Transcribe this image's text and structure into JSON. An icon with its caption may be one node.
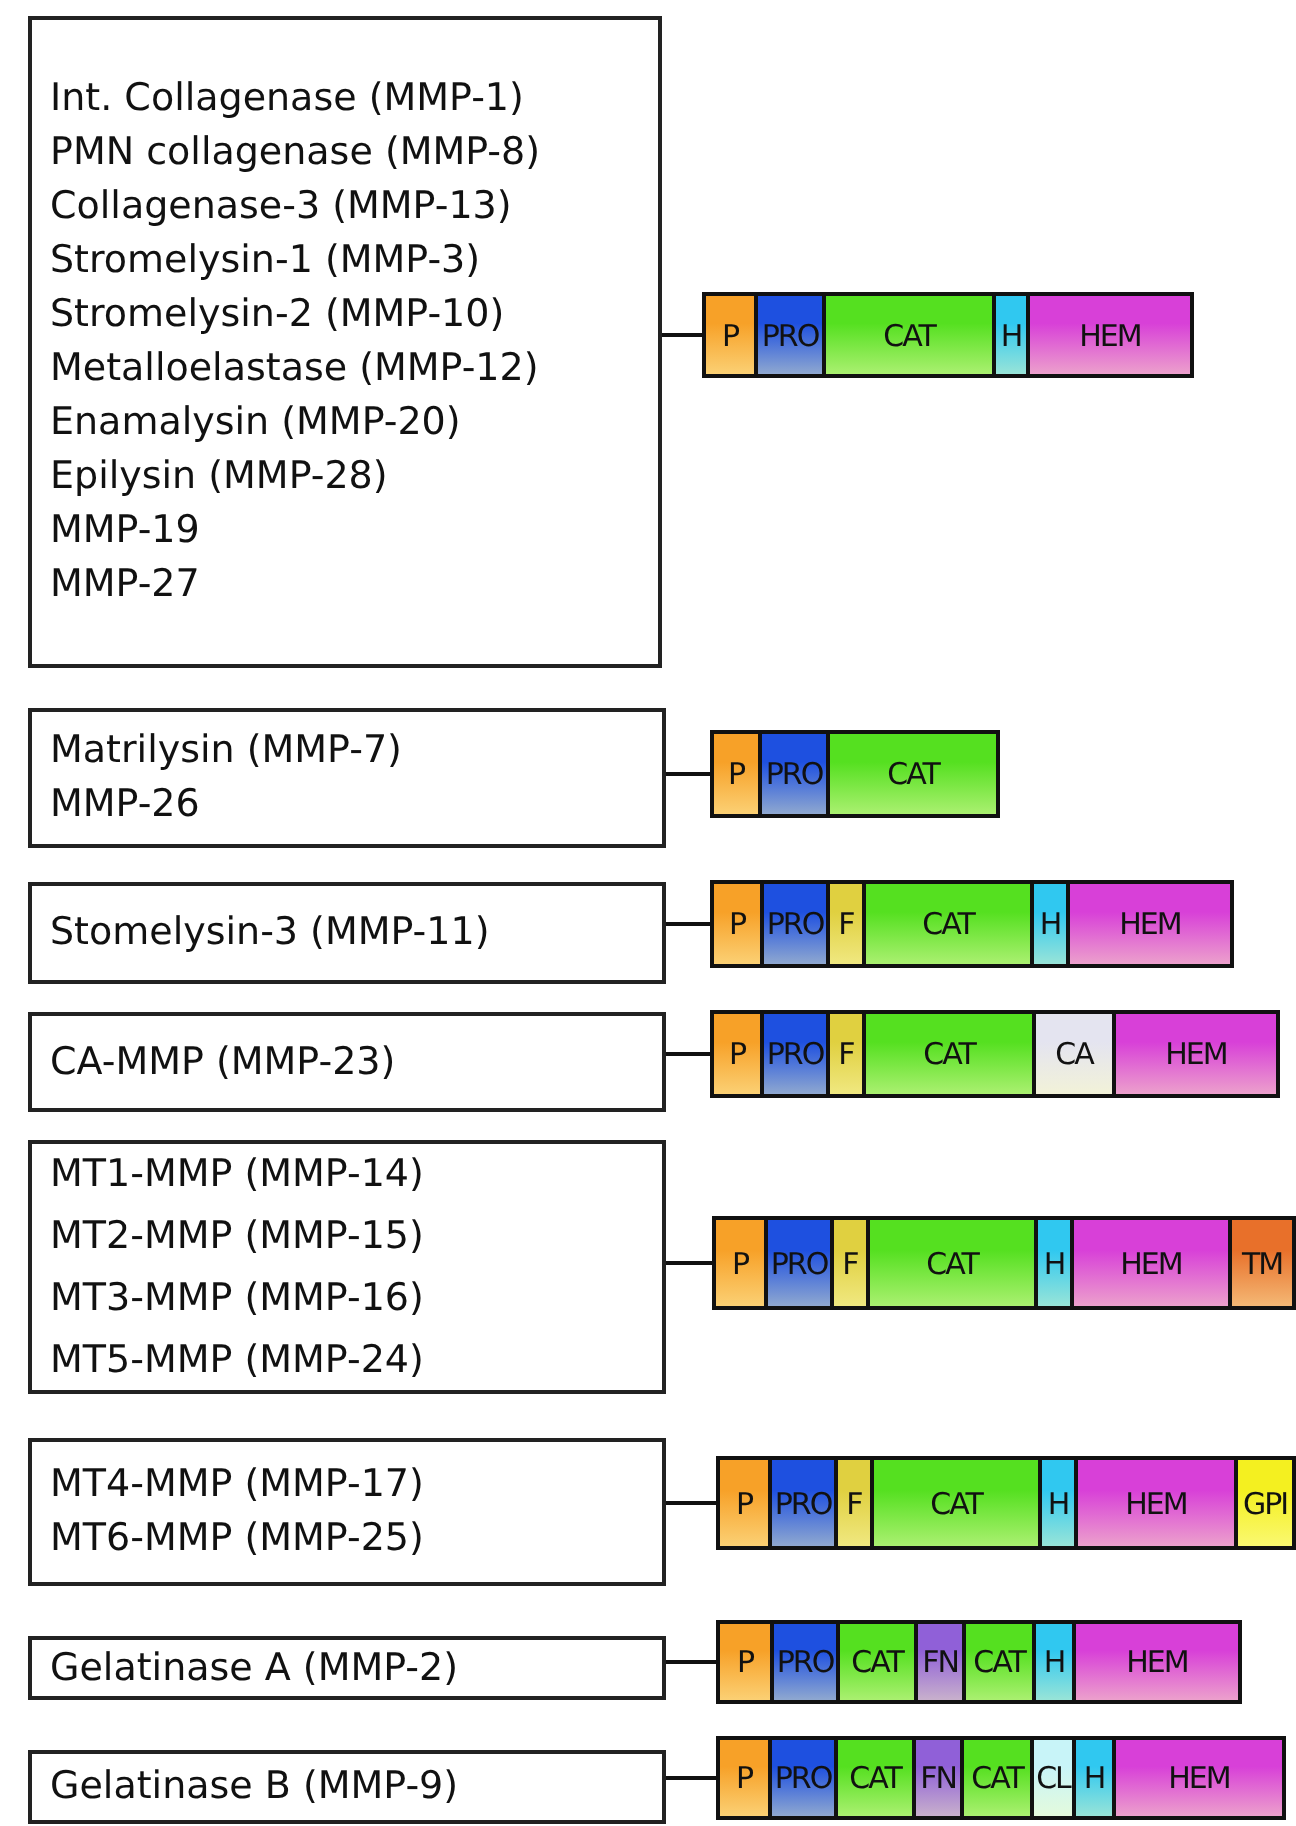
{
  "diagram": {
    "nodes": [
      {
        "text": [
          "Int. Collagenase (MMP-1)",
          "PMN collagenase (MMP-8)",
          "Collagenase-3 (MMP-13)",
          "Stromelysin-1 (MMP-3)",
          "Stromelysin-2 (MMP-10)",
          "Metalloelastase (MMP-12)",
          "Enamalysin (MMP-20)",
          "Epilysin (MMP-28)",
          "MMP-19",
          "MMP-27"
        ]
      },
      {
        "text": [],
        "shape": "bar"
      },
      {
        "text": [
          "P"
        ],
        "in": 1
      },
      {
        "text": [
          "PRO"
        ],
        "in": 1
      },
      {
        "text": [
          "CAT"
        ],
        "in": 1
      },
      {
        "text": [
          "H"
        ],
        "in": 1
      },
      {
        "text": [
          "HEM"
        ],
        "in": 1
      },
      {
        "text": [
          "Matrilysin (MMP-7)",
          "MMP-26"
        ]
      },
      {
        "text": [],
        "shape": "bar"
      },
      {
        "text": [
          "P"
        ],
        "in": 8
      },
      {
        "text": [
          "PRO"
        ],
        "in": 8
      },
      {
        "text": [
          "CAT"
        ],
        "in": 8
      },
      {
        "text": [
          "Stomelysin-3 (MMP-11)"
        ]
      },
      {
        "text": [],
        "shape": "bar"
      },
      {
        "text": [
          "P"
        ],
        "in": 13
      },
      {
        "text": [
          "PRO"
        ],
        "in": 13
      },
      {
        "text": [
          "F"
        ],
        "in": 13
      },
      {
        "text": [
          "CAT"
        ],
        "in": 13
      },
      {
        "text": [
          "H"
        ],
        "in": 13
      },
      {
        "text": [
          "HEM"
        ],
        "in": 13
      },
      {
        "text": [
          "CA-MMP (MMP-23)"
        ]
      },
      {
        "text": [],
        "shape": "bar"
      },
      {
        "text": [
          "P"
        ],
        "in": 21
      },
      {
        "text": [
          "PRO"
        ],
        "in": 21
      },
      {
        "text": [
          "F"
        ],
        "in": 21
      },
      {
        "text": [
          "CAT"
        ],
        "in": 21
      },
      {
        "text": [
          "CA"
        ],
        "in": 21
      },
      {
        "text": [
          "HEM"
        ],
        "in": 21
      },
      {
        "text": [
          "MT1-MMP (MMP-14)",
          "MT2-MMP (MMP-15)",
          "MT3-MMP (MMP-16)",
          "MT5-MMP (MMP-24)"
        ]
      },
      {
        "text": [],
        "shape": "bar"
      },
      {
        "text": [
          "P"
        ],
        "in": 29
      },
      {
        "text": [
          "PRO"
        ],
        "in": 29
      },
      {
        "text": [
          "F"
        ],
        "in": 29
      },
      {
        "text": [
          "CAT"
        ],
        "in": 29
      },
      {
        "text": [
          "H"
        ],
        "in": 29
      },
      {
        "text": [
          "HEM"
        ],
        "in": 29
      },
      {
        "text": [
          "TM"
        ],
        "in": 29
      },
      {
        "text": [
          "MT4-MMP (MMP-17)",
          "MT6-MMP (MMP-25)"
        ]
      },
      {
        "text": [],
        "shape": "bar"
      },
      {
        "text": [
          "P"
        ],
        "in": 38
      },
      {
        "text": [
          "PRO"
        ],
        "in": 38
      },
      {
        "text": [
          "F"
        ],
        "in": 38
      },
      {
        "text": [
          "CAT"
        ],
        "in": 38
      },
      {
        "text": [
          "H"
        ],
        "in": 38
      },
      {
        "text": [
          "HEM"
        ],
        "in": 38
      },
      {
        "text": [
          "GPI"
        ],
        "in": 38
      },
      {
        "text": [
          "Gelatinase A (MMP-2)"
        ]
      },
      {
        "text": [],
        "shape": "bar"
      },
      {
        "text": [
          "P"
        ],
        "in": 47
      },
      {
        "text": [
          "PRO"
        ],
        "in": 47
      },
      {
        "text": [
          "CAT"
        ],
        "in": 47
      },
      {
        "text": [
          "FN"
        ],
        "in": 47
      },
      {
        "text": [
          "CAT"
        ],
        "in": 47
      },
      {
        "text": [
          "H"
        ],
        "in": 47
      },
      {
        "text": [
          "HEM"
        ],
        "in": 47
      },
      {
        "text": [
          "Gelatinase B (MMP-9)"
        ]
      },
      {
        "text": [],
        "shape": "bar"
      },
      {
        "text": [
          "P"
        ],
        "in": 56
      },
      {
        "text": [
          "PRO"
        ],
        "in": 56
      },
      {
        "text": [
          "CAT"
        ],
        "in": 56
      },
      {
        "text": [
          "FN"
        ],
        "in": 56
      },
      {
        "text": [
          "CAT"
        ],
        "in": 56
      },
      {
        "text": [
          "CL"
        ],
        "in": 56
      },
      {
        "text": [
          "H"
        ],
        "in": 56
      },
      {
        "text": [
          "HEM"
        ],
        "in": 56
      }
    ],
    "edges": [
      {
        "from": 0,
        "to": 1,
        "arrow": "none"
      },
      {
        "from": 7,
        "to": 8,
        "arrow": "none"
      },
      {
        "from": 12,
        "to": 13,
        "arrow": "none"
      },
      {
        "from": 20,
        "to": 21,
        "arrow": "none"
      },
      {
        "from": 28,
        "to": 29,
        "arrow": "none"
      },
      {
        "from": 37,
        "to": 38,
        "arrow": "none"
      },
      {
        "from": 46,
        "to": 47,
        "arrow": "none"
      },
      {
        "from": 55,
        "to": 56,
        "arrow": "none"
      }
    ]
  }
}
